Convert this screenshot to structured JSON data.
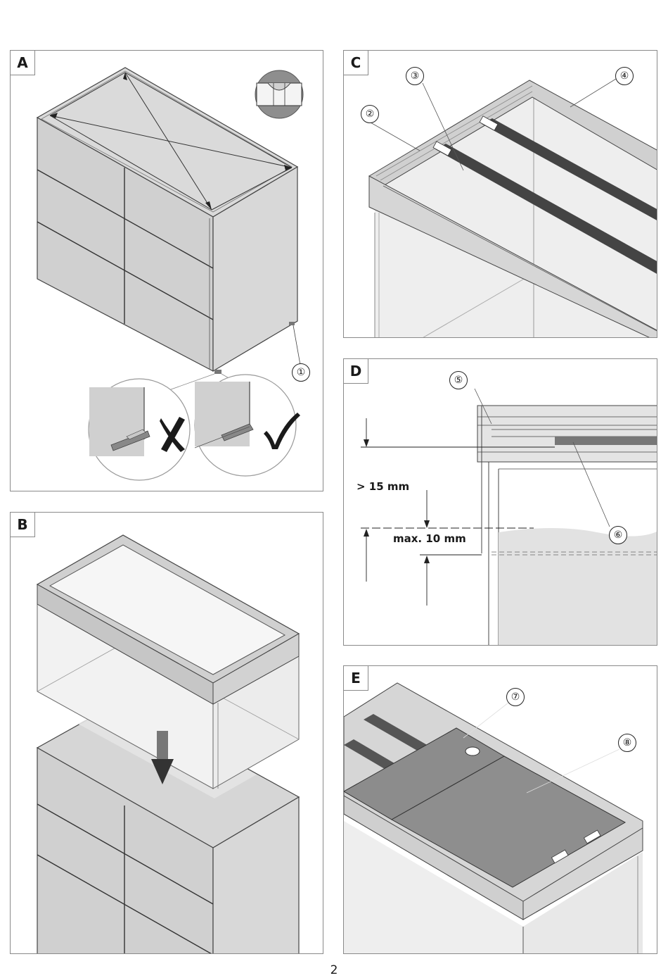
{
  "panels": {
    "a": {
      "letter": "A",
      "callouts": [
        "①"
      ]
    },
    "b": {
      "letter": "B"
    },
    "c": {
      "letter": "C",
      "callouts": [
        "②",
        "③",
        "④"
      ]
    },
    "d": {
      "letter": "D",
      "callouts": [
        "⑤",
        "⑥"
      ],
      "min_gap_label": "> 15 mm",
      "max_level_label": "max. 10 mm"
    },
    "e": {
      "letter": "E",
      "callouts": [
        "⑦",
        "⑧"
      ]
    }
  },
  "page_number": "2",
  "icons": [
    "spirit-level-icon",
    "cross-mark-icon",
    "check-mark-icon",
    "down-arrow-icon"
  ],
  "colors": {
    "frame": "#8a8a8a",
    "cabinet": "#cfcfcf",
    "cover": "#8e8e8e",
    "water": "#e2e2e2"
  }
}
